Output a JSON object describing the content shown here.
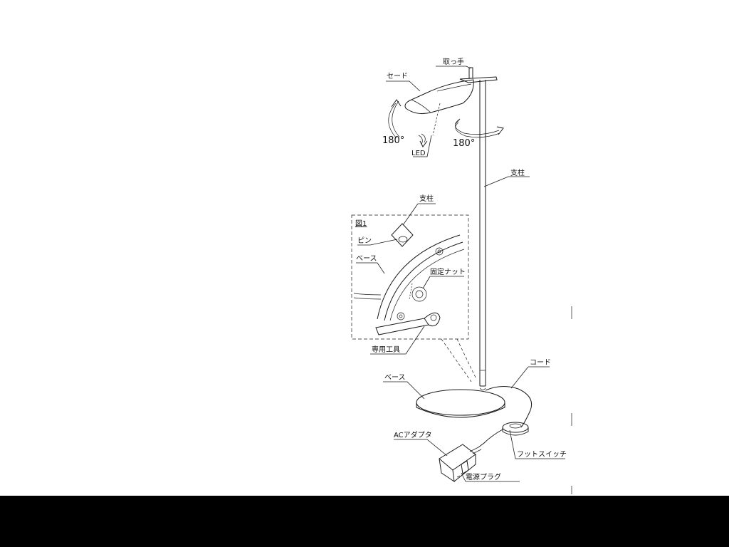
{
  "labels": {
    "handle": "取っ手",
    "shade": "セード",
    "led": "LED",
    "shade_rotation": "180°",
    "pole_rotation": "180°",
    "pole": "支柱",
    "fig_title": "図1",
    "fig_pole": "支柱",
    "fig_pin": "ピン",
    "fig_base": "ベース",
    "fig_nut": "固定ナット",
    "fig_tool": "専用工具",
    "base": "ベース",
    "cord": "コード",
    "adapter": "ACアダプタ",
    "foot_switch": "フットスイッチ",
    "plug": "電源プラグ"
  },
  "colors": {
    "line": "#1a1a1a",
    "paper": "#ffffff",
    "frame": "#000000"
  }
}
